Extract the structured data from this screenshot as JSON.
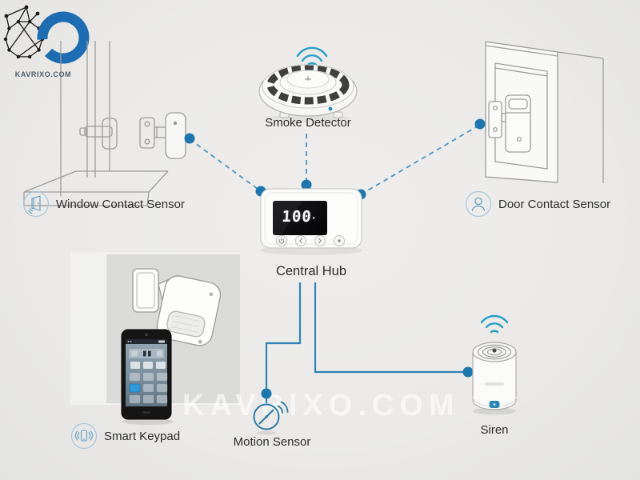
{
  "page": {
    "background": "#ebeae8",
    "watermark": "KAVRIXO.COM"
  },
  "logo": {
    "site_text": "KAVRIXO.COM",
    "ring_color": "#1e6cb2",
    "mesh_color": "#1b1b1b",
    "text_color": "#4b5d6d"
  },
  "palette": {
    "node_dot_blue": "#1d76ad",
    "dashed_link_blue": "#4a97c4",
    "solid_link_blue": "#2e85b5",
    "wifi_teal": "#28a0c8",
    "label_icon_blue": "#5fa0c4",
    "lineart_gray": "#9d9d9b",
    "label_text": "#2d2d2d"
  },
  "devices": {
    "window_sensor": {
      "label": "Window Contact Sensor"
    },
    "smoke_detector": {
      "label": "Smoke Detector"
    },
    "door_sensor": {
      "label": "Door Contact Sensor"
    },
    "central_hub": {
      "label": "Central Hub",
      "display_value": "100",
      "display_unit": "°"
    },
    "smart_keypad": {
      "label": "Smart Keypad"
    },
    "motion_sensor": {
      "label": "Motion Sensor"
    },
    "siren": {
      "label": "Siren"
    }
  },
  "connections": [
    {
      "from": "window_sensor",
      "to": "central_hub",
      "style": "dashed"
    },
    {
      "from": "smoke_detector",
      "to": "central_hub",
      "style": "dashed"
    },
    {
      "from": "door_sensor",
      "to": "central_hub",
      "style": "dashed"
    },
    {
      "from": "central_hub",
      "to": "motion_sensor",
      "style": "solid"
    },
    {
      "from": "central_hub",
      "to": "siren",
      "style": "solid"
    }
  ]
}
